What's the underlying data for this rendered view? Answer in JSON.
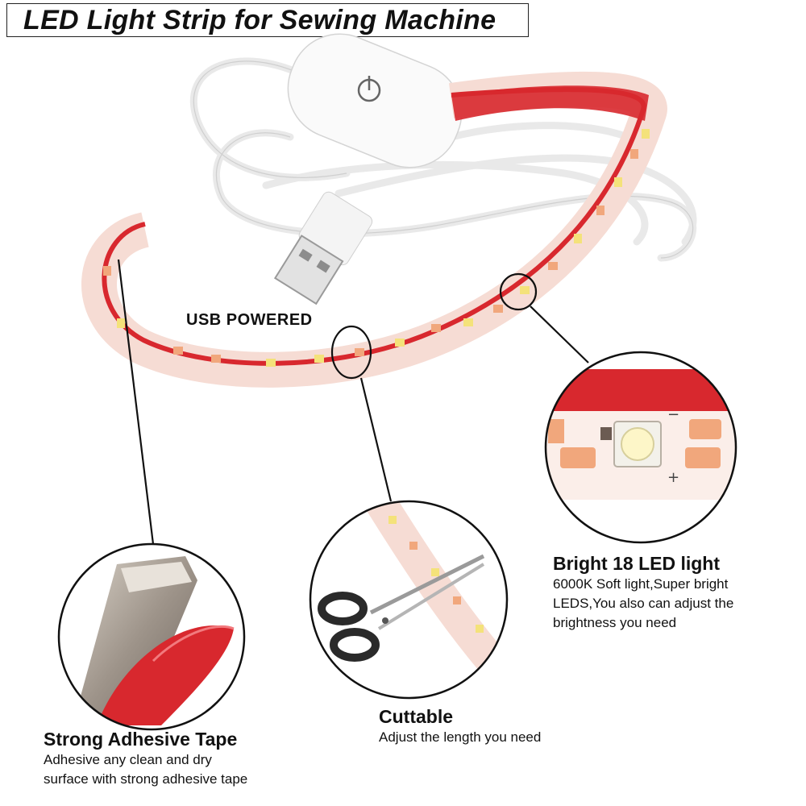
{
  "title": "LED Light Strip for Sewing Machine",
  "usb_label": "USB POWERED",
  "features": {
    "led": {
      "heading": "Bright 18 LED light",
      "lines": [
        "6000K Soft light,Super bright",
        "LEDS,You also can adjust the",
        "brightness you need"
      ]
    },
    "cuttable": {
      "heading": "Cuttable",
      "lines": [
        "Adjust the length you need"
      ]
    },
    "tape": {
      "heading": "Strong Adhesive Tape",
      "lines": [
        "Adhesive any clean and dry",
        "surface with strong adhesive tape"
      ]
    }
  },
  "colors": {
    "tape_red": "#d8282e",
    "led_yellow": "#f4e27a",
    "led_orange": "#f1a77c",
    "cable_white": "#f4f4f4",
    "strip_glow": "#fbeae4"
  }
}
